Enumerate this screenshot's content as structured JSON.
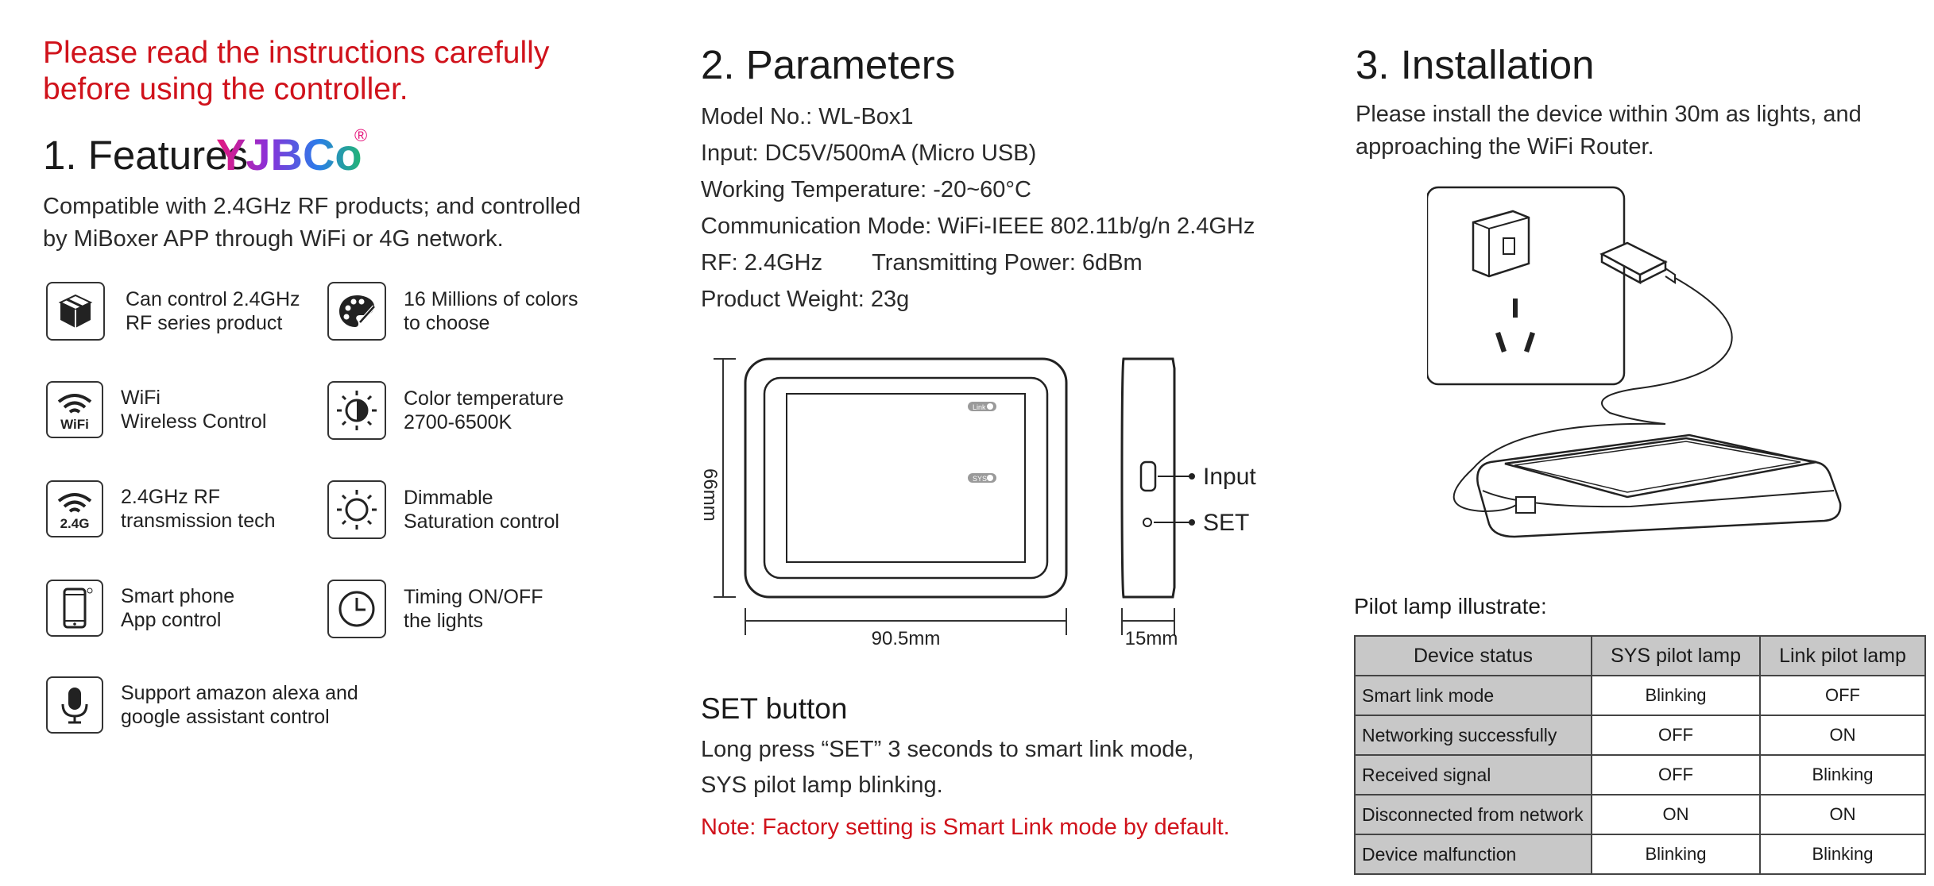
{
  "warning": {
    "line1": "Please read the instructions carefully",
    "line2": "before using the controller."
  },
  "brand": {
    "name": "YJBCo",
    "mark": "®"
  },
  "features": {
    "title": "1. Features",
    "description_line1": "Compatible with 2.4GHz RF products; and controlled",
    "description_line2": "by MiBoxer APP through WiFi or 4G network.",
    "items": [
      {
        "icon": "package-box-icon",
        "text": "Can control 2.4GHz\nRF series product"
      },
      {
        "icon": "palette-icon",
        "text": "16 Millions of colors\nto choose"
      },
      {
        "icon": "wifi-icon",
        "icon_label": "WiFi",
        "text": "WiFi\nWireless Control"
      },
      {
        "icon": "color-temperature-icon",
        "text": "Color temperature\n2700-6500K"
      },
      {
        "icon": "rf-signal-icon",
        "icon_label": "2.4G",
        "text": "2.4GHz RF\ntransmission tech"
      },
      {
        "icon": "sun-brightness-icon",
        "text": "Dimmable\nSaturation control"
      },
      {
        "icon": "smartphone-icon",
        "text": "Smart phone\nApp control"
      },
      {
        "icon": "clock-icon",
        "text": "Timing ON/OFF\nthe lights"
      },
      {
        "icon": "microphone-icon",
        "text": "Support amazon alexa and\ngoogle assistant control"
      }
    ]
  },
  "parameters": {
    "title": "2. Parameters",
    "model": "Model No.: WL-Box1",
    "input": "Input: DC5V/500mA (Micro USB)",
    "temperature": "Working Temperature: -20~60°C",
    "communication": "Communication Mode: WiFi-IEEE 802.11b/g/n 2.4GHz",
    "rf": "RF: 2.4GHz",
    "power": "Transmitting Power: 6dBm",
    "weight": "Product Weight: 23g"
  },
  "drawing": {
    "height_dim": "66mm",
    "width_dim": "90.5mm",
    "depth_dim": "15mm",
    "link_label": "Link",
    "sys_label": "SYS",
    "input_label": "Input",
    "set_label": "SET"
  },
  "set_button": {
    "title": "SET button",
    "line1": "Long press “SET” 3 seconds to smart link mode,",
    "line2": "SYS pilot lamp blinking.",
    "note": "Note: Factory setting is Smart Link mode by default."
  },
  "installation": {
    "title": "3. Installation",
    "line1": "Please install the device within 30m as lights, and",
    "line2": "approaching the WiFi Router."
  },
  "pilot": {
    "title": "Pilot lamp illustrate:",
    "headers": [
      "Device status",
      "SYS pilot lamp",
      "Link pilot lamp"
    ],
    "rows": [
      [
        "Smart link mode",
        "Blinking",
        "OFF"
      ],
      [
        "Networking successfully",
        "OFF",
        "ON"
      ],
      [
        "Received signal",
        "OFF",
        "Blinking"
      ],
      [
        "Disconnected from network",
        "ON",
        "ON"
      ],
      [
        "Device malfunction",
        "Blinking",
        "Blinking"
      ]
    ]
  },
  "colors": {
    "warning_red": "#d0121b",
    "table_header": "#c8c8c8",
    "line": "#333333"
  }
}
